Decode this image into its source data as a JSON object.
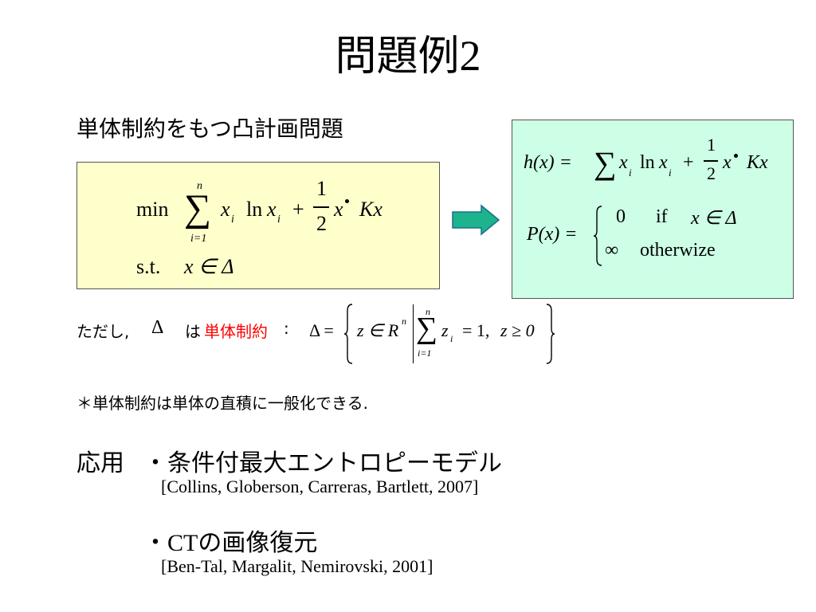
{
  "title": {
    "text": "問題例",
    "number": "2"
  },
  "subtitle": "単体制約をもつ凸計画問題",
  "problem": {
    "min": "min",
    "sum_top": "n",
    "sum_bottom": "i=1",
    "x": "x",
    "sub_i": "i",
    "ln": "ln",
    "plus": "+",
    "frac_num": "1",
    "frac_den": "2",
    "kx": "Kx",
    "st": "s.t.",
    "constraint": "x ∈ Δ"
  },
  "definitions": {
    "h": "h(x) =",
    "ln": "ln",
    "plus": "+",
    "kx": "Kx",
    "p": "P(x) =",
    "case1_val": "0",
    "case1_if": "if",
    "case1_cond": "x ∈ Δ",
    "case2_val": "∞",
    "case2_text": "otherwize"
  },
  "simplex": {
    "prefix": "ただし,",
    "delta": "Δ",
    "wa": "は",
    "highlight": "単体制約",
    "colon": ":",
    "formula_lhs": "Δ =",
    "set_z": "z ∈ R",
    "set_n": "n",
    "sum_top": "n",
    "sum_bottom": "i=1",
    "z": "z",
    "sub_i": "i",
    "eq1": "= 1,",
    "cond": "z ≥ 0"
  },
  "note": "＊単体制約は単体の直積に一般化できる.",
  "applications": {
    "label": "応用",
    "item1": "・条件付最大エントロピーモデル",
    "cite1": "[Collins, Globerson, Carreras, Bartlett, 2007]",
    "item2_bullet": "・",
    "item2_ct": "CT",
    "item2_rest": "の画像復元",
    "cite2": "[Ben-Tal, Margalit, Nemirovski, 2001]"
  },
  "colors": {
    "box1_bg": "#ffffcc",
    "box2_bg": "#ccffe6",
    "arrow": "#1db38c",
    "highlight": "#ff0000"
  }
}
